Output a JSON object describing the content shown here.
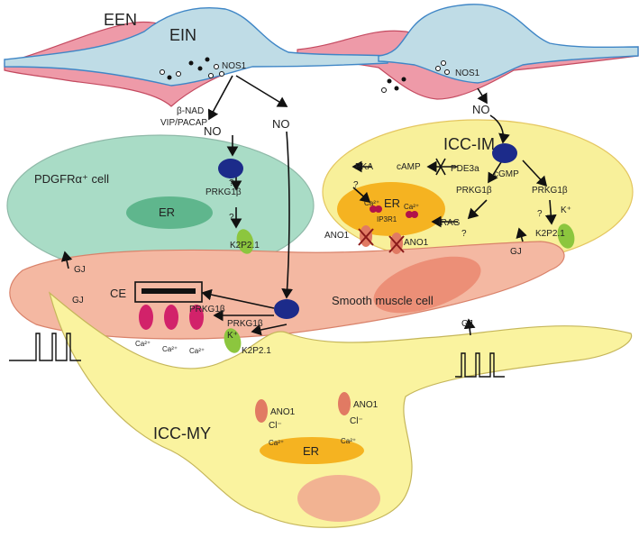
{
  "labels": {
    "een": "EEN",
    "ein": "EIN",
    "nos1": "NOS1",
    "beta_nad": "β-NAD",
    "vip_pacap": "VIP/PACAP",
    "no": "NO",
    "pdgfra": "PDGFRα⁺ cell",
    "er": "ER",
    "prkg1b": "PRKG1β",
    "question": "?",
    "k2p": "K2P2.1",
    "icc_im": "ICC-IM",
    "pka": "PKA",
    "camp": "cAMP",
    "pde3a": "PDE3a",
    "cgmp": "cGMP",
    "ca": "Ca²⁺",
    "ip3r1": "IP3R1",
    "irag": "IRAG",
    "ano1": "ANO1",
    "k": "K⁺",
    "gj": "GJ",
    "ce": "CE",
    "smooth_muscle": "Smooth muscle cell",
    "cl": "Cl⁻",
    "icc_my": "ICC-MY"
  },
  "colors": {
    "ein_nerve": "#bfdce6",
    "een_nerve": "#ee9aa8",
    "pdgfra_cell": "#a9dcc6",
    "icc_im_cell": "#f8f09a",
    "smooth_muscle_cell": "#f4b8a2",
    "icc_my_cell": "#faf39f",
    "er": "#f5b321",
    "gc_enzyme": "#1c2b8a",
    "k_channel": "#8cc63e",
    "ca_channel": "#d2226a",
    "ano1_channel": "#e17a63"
  }
}
